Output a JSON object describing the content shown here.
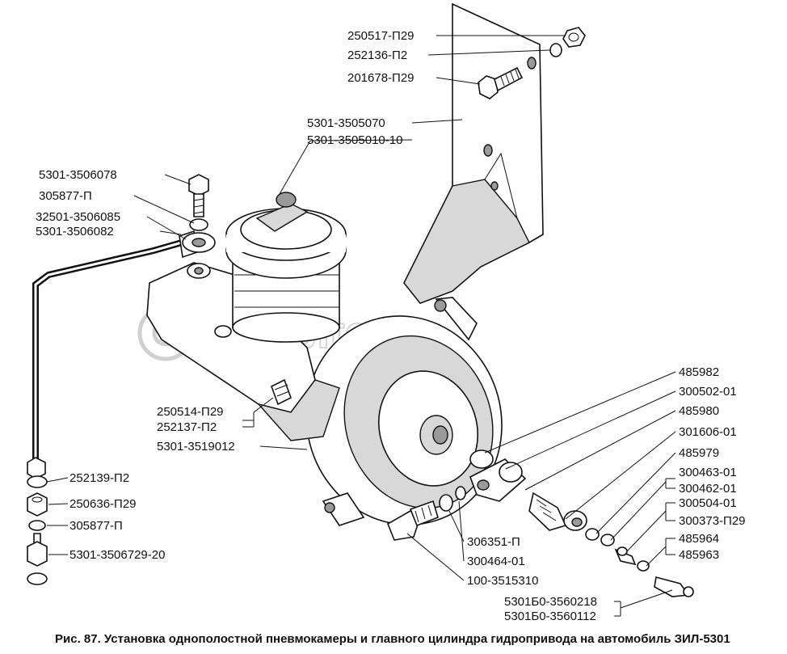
{
  "watermark": "autopiter.ru",
  "caption": "Рис. 87. Установка однополостной пневмокамеры и главного цилиндра гидропривода на автомобиль ЗИЛ-5301",
  "labels": {
    "l250517": "250517-П29",
    "l252136": "252136-П2",
    "l201678": "201678-П29",
    "l3505070": "5301-3505070",
    "l3505010": "5301-3505010-10",
    "l3506078": "5301-3506078",
    "l305877a": "305877-П",
    "l3506085": "32501-3506085",
    "l3506082": "5301-3506082",
    "l250514": "250514-П29",
    "l252137": "252137-П2",
    "l3519012": "5301-3519012",
    "l252139": "252139-П2",
    "l250636": "250636-П29",
    "l305877b": "305877-П",
    "l3506729": "5301-3506729-20",
    "l485982": "485982",
    "l300502": "300502-01",
    "l485980": "485980",
    "l301606": "301606-01",
    "l485979": "485979",
    "l300463": "300463-01",
    "l300462": "300462-01",
    "l300504": "300504-01",
    "l300373": "300373-П29",
    "l485964": "485964",
    "l485963": "485963",
    "l306351": "306351-П",
    "l300464": "300464-01",
    "l3515310": "100-3515310",
    "l3560218": "5301Б0-3560218",
    "l3560112": "5301Б0-3560112"
  }
}
